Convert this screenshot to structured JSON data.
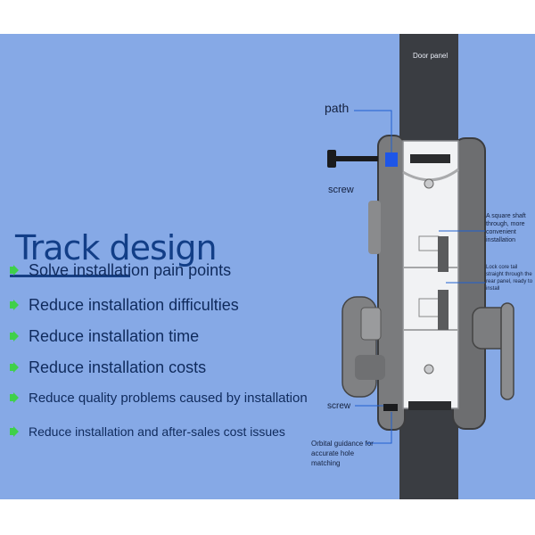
{
  "heading": {
    "title": "Track design"
  },
  "bullets": [
    "Solve installation pain points",
    "Reduce installation difficulties",
    "Reduce installation time",
    "Reduce installation costs",
    "Reduce quality problems caused by installation",
    "Reduce installation and after-sales cost issues"
  ],
  "diagram": {
    "door_panel_label": "Door panel",
    "path_label": "path",
    "screw_label_top": "screw",
    "screw_label_bottom": "screw",
    "square_shaft_note": "A square shaft through, more convenient installation",
    "lock_core_note": "Lock core tail straight through the rear panel, ready to install",
    "orbital_note": "Orbital guidance for accurate hole matching"
  },
  "colors": {
    "background": "#86a9e6",
    "title": "#123e87",
    "check_icon": "#3fd04a",
    "leader_line": "#2060d0",
    "path_highlight": "#1e56e8"
  },
  "icons": {
    "bullet": "green-check-icon"
  }
}
